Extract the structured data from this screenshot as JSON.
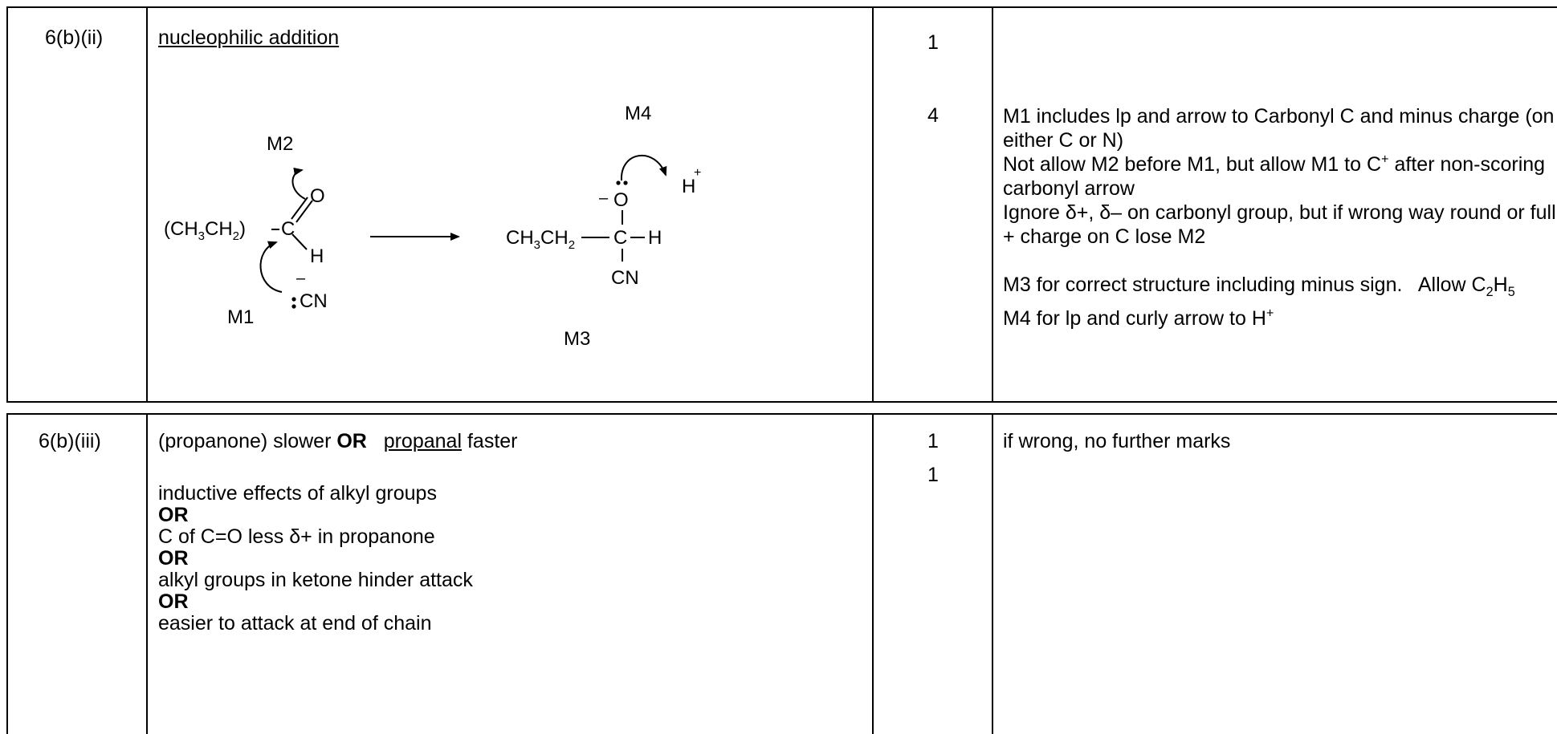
{
  "rows": [
    {
      "question": "6(b)(ii)",
      "answer_title": "nucleophilic addition",
      "marks": [
        "1",
        "4"
      ],
      "diagram": {
        "labels": {
          "m1": "M1",
          "m2": "M2",
          "m3": "M3",
          "m4": "M4"
        },
        "reactant": {
          "ch3ch2": "(CH3CH2)",
          "carbon": "C",
          "oxygen": "O",
          "hydrogen": "H",
          "cyanide": "CN",
          "minus": "–"
        },
        "product": {
          "ch3ch2": "CH3CH2",
          "carbon": "C",
          "oxygen": "O",
          "hydrogen": "H",
          "cyanide": "CN",
          "minus": "–",
          "proton": "H",
          "plus": "+"
        }
      },
      "guidance": {
        "p1": "M1 includes lp and arrow to Carbonyl C and minus charge (on either C or N)",
        "p2": "Not allow M2 before M1, but allow M1 to C+ after non-scoring carbonyl arrow",
        "p3": "Ignore δ+, δ– on carbonyl group, but if wrong way round or full + charge on C lose M2",
        "p4": "M3 for correct structure including minus sign.   Allow C2H5",
        "p5": "M4 for lp and curly arrow to H+"
      }
    },
    {
      "question": "6(b)(iii)",
      "answer_line1_a": "(propanone) slower",
      "or": "OR",
      "answer_line1_b": "propanal",
      "answer_line1_c": "faster",
      "alternatives": [
        "inductive effects of alkyl groups",
        "C of C=O less δ+  in propanone",
        "alkyl groups in ketone hinder attack",
        "easier to attack at end of chain"
      ],
      "marks": [
        "1",
        "1"
      ],
      "guidance": "if wrong, no further marks"
    }
  ]
}
